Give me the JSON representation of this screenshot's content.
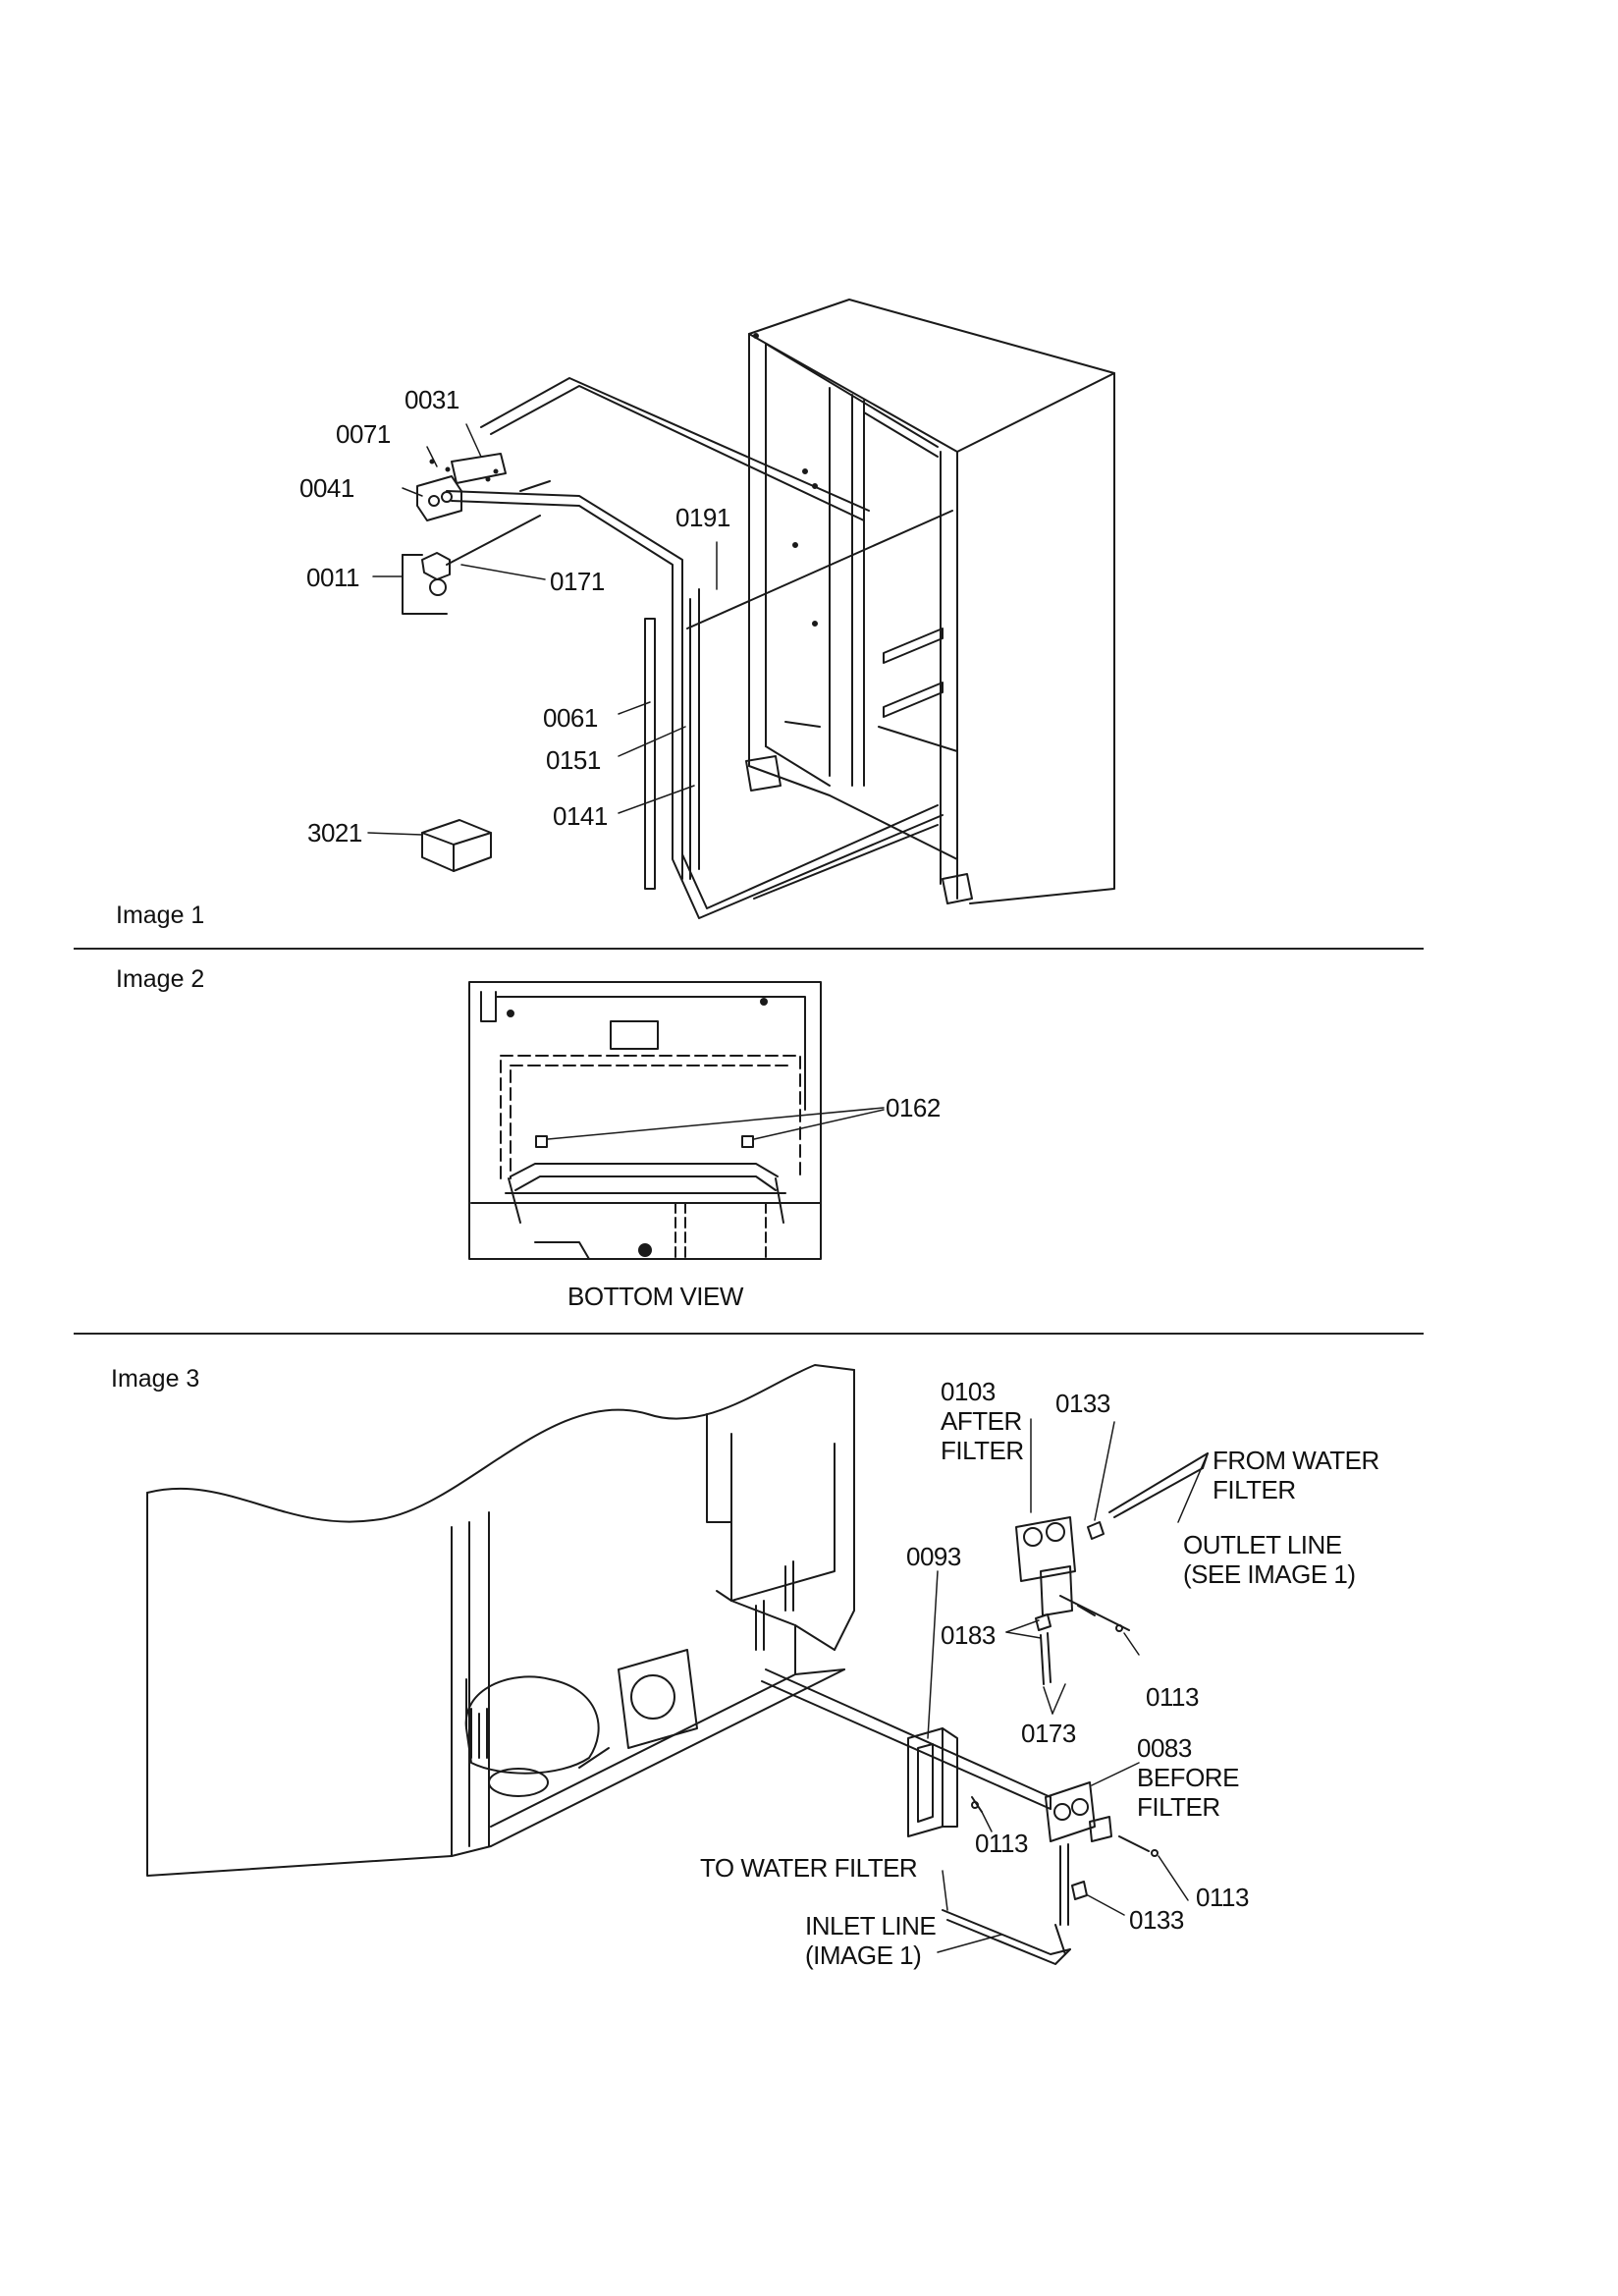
{
  "sections": [
    {
      "id": "image1",
      "label": "Image 1"
    },
    {
      "id": "image2",
      "label": "Image 2"
    },
    {
      "id": "image3",
      "label": "Image 3"
    }
  ],
  "image1": {
    "parts": [
      "0031",
      "0071",
      "0041",
      "0011",
      "0171",
      "0191",
      "0061",
      "0151",
      "0141",
      "3021"
    ]
  },
  "image2": {
    "parts": [
      "0162"
    ],
    "caption": "BOTTOM VIEW"
  },
  "image3": {
    "callouts": {
      "after_filter_valve": "0103\nAFTER\nFILTER",
      "nut_top": "0133",
      "from_water_filter": "FROM WATER\nFILTER",
      "outlet_line": "OUTLET LINE\n(SEE IMAGE 1)",
      "bracket": "0093",
      "fitting": "0183",
      "screw_right_top": "0113",
      "tube": "0173",
      "before_filter_valve": "0083\nBEFORE\nFILTER",
      "screw_bracket": "0113",
      "to_water_filter": "TO WATER FILTER",
      "screw_right_bottom": "0113",
      "nut_bottom": "0133",
      "inlet_line": "INLET LINE\n(IMAGE 1)"
    }
  }
}
